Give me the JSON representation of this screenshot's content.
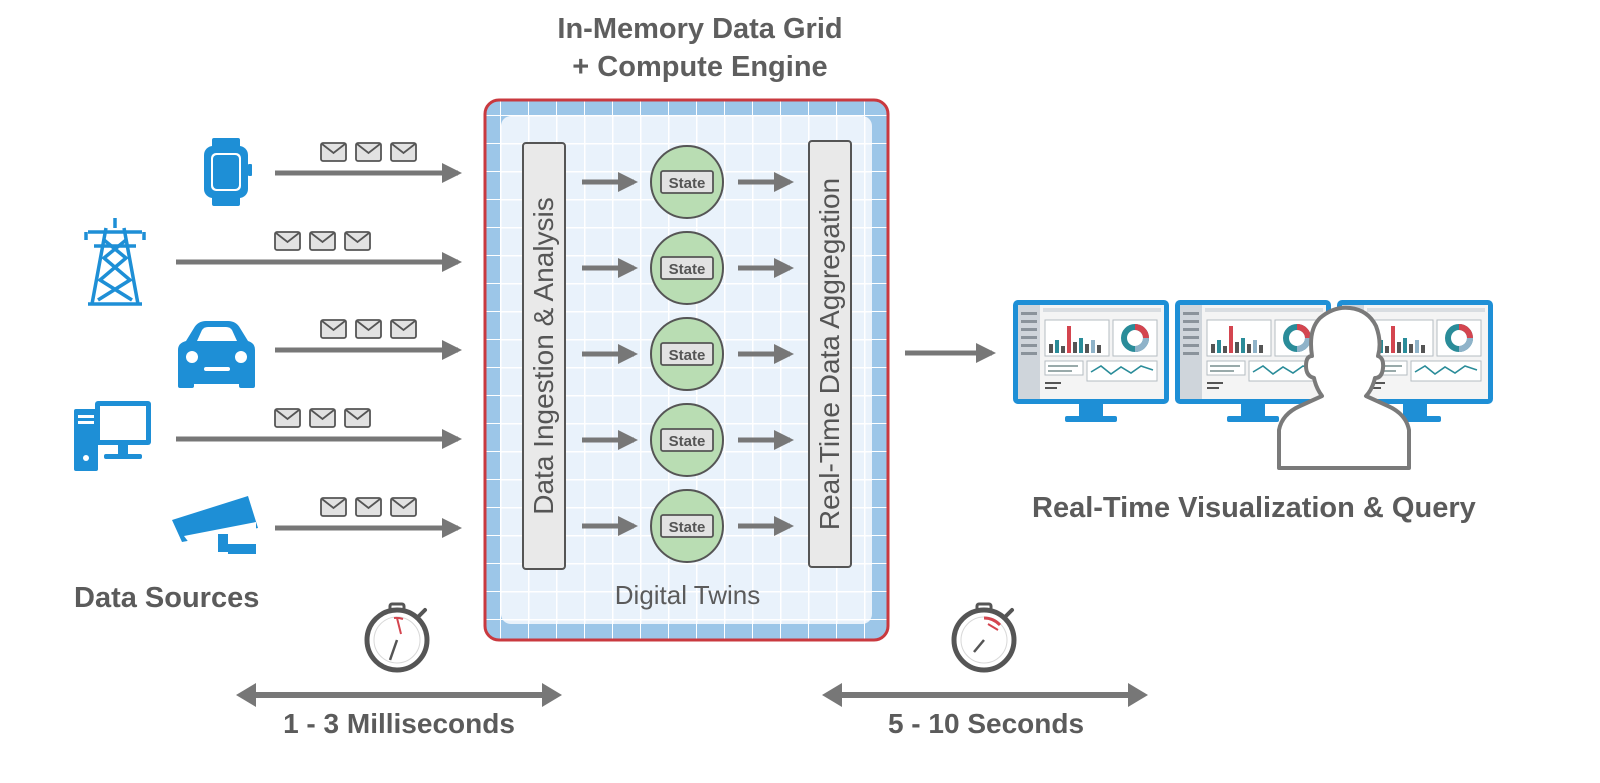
{
  "title": {
    "line1": "In-Memory Data Grid",
    "line2": "+ Compute Engine"
  },
  "data_sources": {
    "label": "Data Sources",
    "items": [
      {
        "icon": "smartwatch-icon"
      },
      {
        "icon": "power-tower-icon"
      },
      {
        "icon": "car-icon"
      },
      {
        "icon": "desktop-computer-icon"
      },
      {
        "icon": "security-camera-icon"
      }
    ]
  },
  "grid": {
    "ingestion_label": "Data Ingestion & Analysis",
    "aggregation_label": "Real-Time Data Aggregation",
    "twins_label": "Digital Twins",
    "state_label": "State"
  },
  "visualization": {
    "label": "Real-Time Visualization & Query"
  },
  "timings": {
    "fast": "1 - 3 Milliseconds",
    "slow": "5 - 10 Seconds"
  },
  "colors": {
    "accent_blue": "#1e8fd6",
    "grid_red": "#c9393f",
    "grid_blue": "#9cc6e8",
    "state_green": "#b9ddb3",
    "arrow_gray": "#777777"
  }
}
